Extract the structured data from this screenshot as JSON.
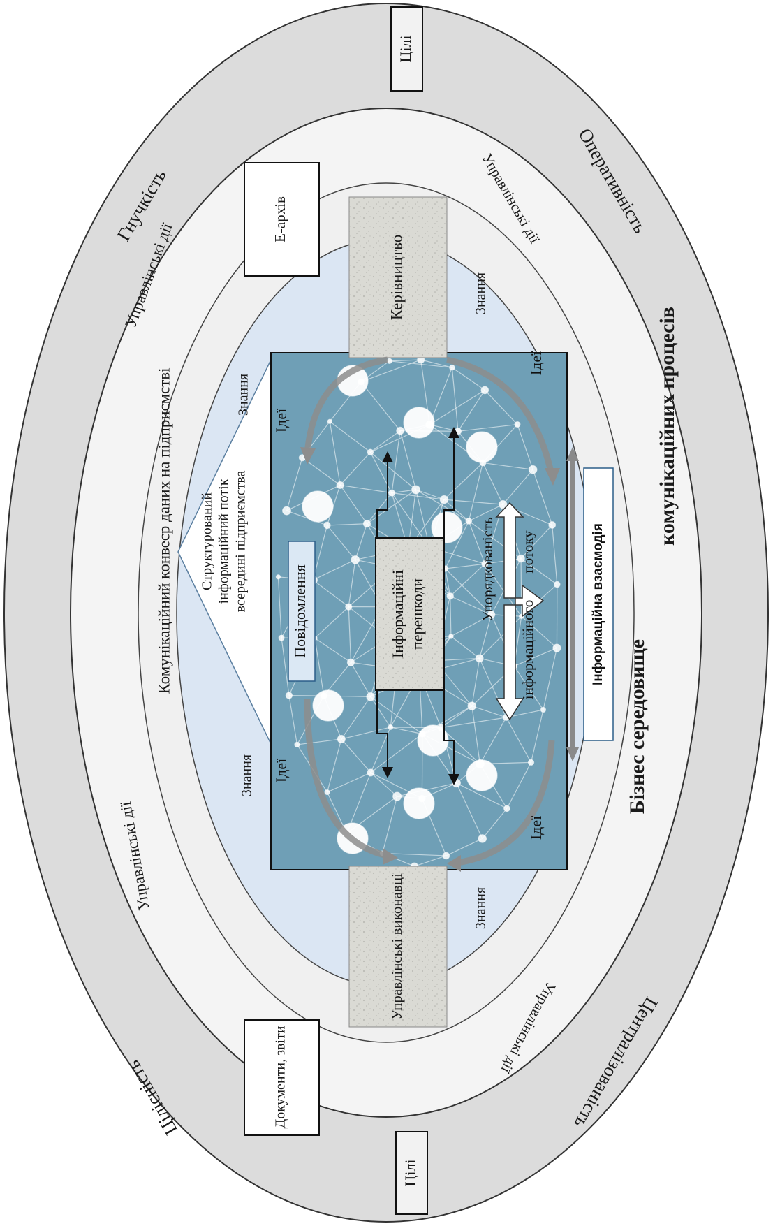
{
  "outer_ring": {
    "top": "Цілі",
    "bottom": "Цілі",
    "upper_left": "Гнучкість",
    "upper_right": "Оперативність",
    "lower_left": "Цілісність",
    "lower_right": "Централізованість"
  },
  "middle_ring": {
    "actions_upper_left": "Управлінські дії",
    "actions_upper_right": "Управлінські дії",
    "actions_lower_left": "Управлінські дії",
    "actions_lower_right": "Управлінські дії",
    "pipeline": "Комунікаційний конвеєр даних на підприємстві",
    "e_archive": "Е-архів",
    "documents": "Документи, звіти",
    "management": "Керівництво",
    "executors": "Управлінські виконавці"
  },
  "environment": {
    "line1": "Бізнес середовище",
    "line2": "комунікаційних процесів"
  },
  "inner_ring": {
    "knowledge_1": "Знання",
    "knowledge_2": "Знання",
    "knowledge_3": "Знання",
    "knowledge_4": "Знання",
    "structured_flow_1": "Структурований",
    "structured_flow_2": "інформаційний потік",
    "structured_flow_3": "всередині підприємства"
  },
  "center": {
    "ideas_1": "Ідеї",
    "ideas_2": "Ідеї",
    "ideas_3": "Ідеї",
    "ideas_4": "Ідеї",
    "messages": "Повідомлення",
    "barriers_1": "Інформаційні",
    "barriers_2": "перешкоди",
    "order_1": "Упорядкованість",
    "order_2": "інформаційного",
    "order_3": "потоку",
    "interaction": "Інформаційна взаємодія"
  },
  "colors": {
    "outer_ring": "#dcdcdc",
    "middle_ring": "#f4f4f4",
    "inner_ring": "#dbe6f3",
    "center_panel": "#6f9fb6",
    "stone": "#d7d7d2",
    "text": "#1a1a1a"
  }
}
